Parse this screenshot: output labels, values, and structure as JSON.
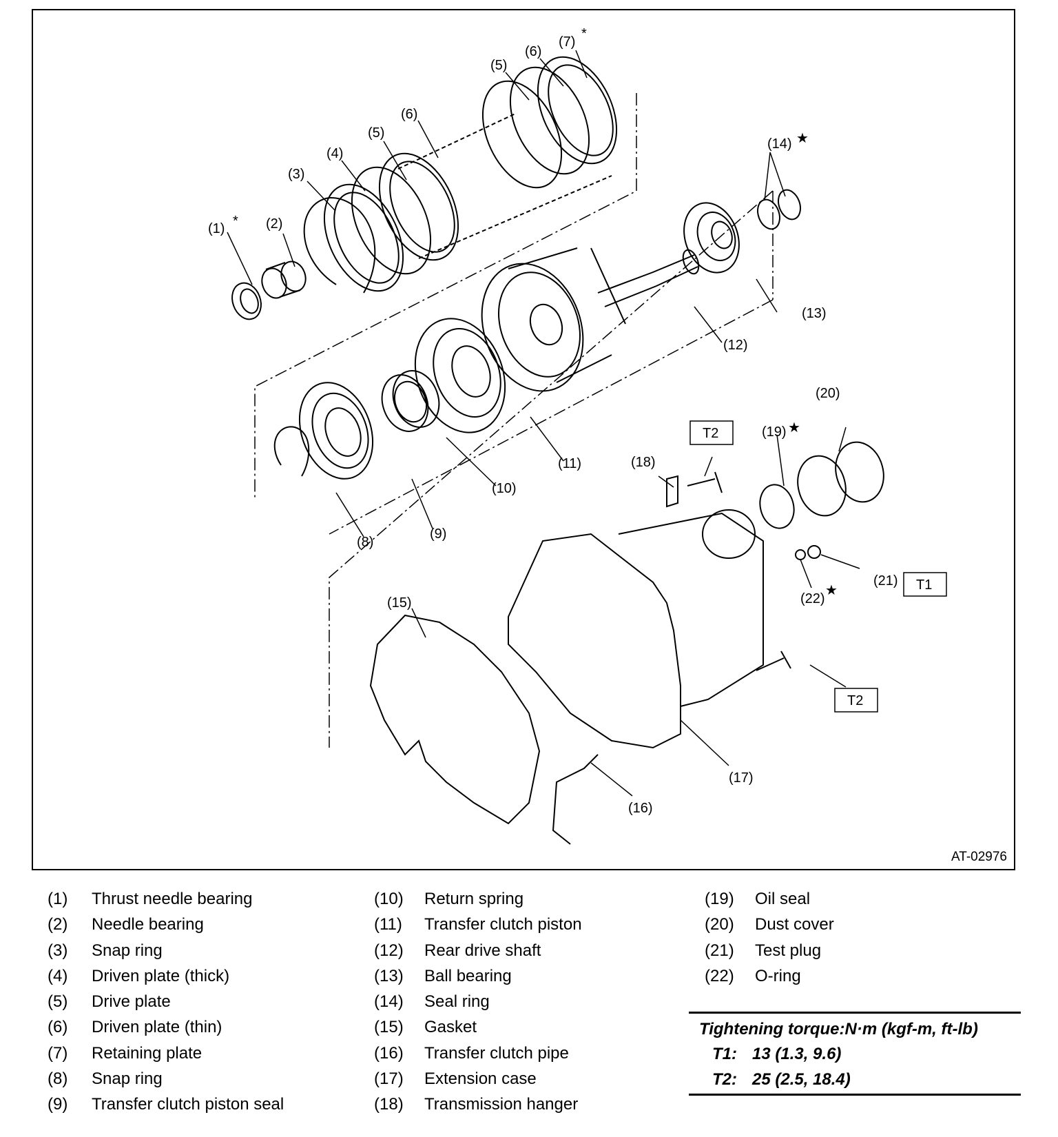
{
  "diagram": {
    "figure_id": "AT-02976",
    "callouts": {
      "p1": "(1)",
      "p2": "(2)",
      "p3": "(3)",
      "p4": "(4)",
      "p5a": "(5)",
      "p5b": "(5)",
      "p6a": "(6)",
      "p6b": "(6)",
      "p7": "(7)",
      "p8": "(8)",
      "p9": "(9)",
      "p10": "(10)",
      "p11": "(11)",
      "p12": "(12)",
      "p13": "(13)",
      "p14": "(14)",
      "p15": "(15)",
      "p16": "(16)",
      "p17": "(17)",
      "p18": "(18)",
      "p19": "(19)",
      "p20": "(20)",
      "p21": "(21)",
      "p22": "(22)"
    },
    "torque_boxes": {
      "t1": "T1",
      "t2a": "T2",
      "t2b": "T2"
    },
    "marks": {
      "asterisk": "*",
      "star": "★"
    }
  },
  "legend": {
    "col1": [
      {
        "num": "(1)",
        "name": "Thrust needle bearing"
      },
      {
        "num": "(2)",
        "name": "Needle bearing"
      },
      {
        "num": "(3)",
        "name": "Snap ring"
      },
      {
        "num": "(4)",
        "name": "Driven plate (thick)"
      },
      {
        "num": "(5)",
        "name": "Drive plate"
      },
      {
        "num": "(6)",
        "name": "Driven plate (thin)"
      },
      {
        "num": "(7)",
        "name": "Retaining plate"
      },
      {
        "num": "(8)",
        "name": "Snap ring"
      },
      {
        "num": "(9)",
        "name": "Transfer clutch piston seal"
      }
    ],
    "col2": [
      {
        "num": "(10)",
        "name": "Return spring"
      },
      {
        "num": "(11)",
        "name": "Transfer clutch piston"
      },
      {
        "num": "(12)",
        "name": "Rear drive shaft"
      },
      {
        "num": "(13)",
        "name": "Ball bearing"
      },
      {
        "num": "(14)",
        "name": "Seal ring"
      },
      {
        "num": "(15)",
        "name": "Gasket"
      },
      {
        "num": "(16)",
        "name": "Transfer clutch pipe"
      },
      {
        "num": "(17)",
        "name": "Extension case"
      },
      {
        "num": "(18)",
        "name": "Transmission hanger"
      }
    ],
    "col3": [
      {
        "num": "(19)",
        "name": "Oil seal"
      },
      {
        "num": "(20)",
        "name": "Dust cover"
      },
      {
        "num": "(21)",
        "name": "Test plug"
      },
      {
        "num": "(22)",
        "name": "O-ring"
      }
    ]
  },
  "torque": {
    "title": "Tightening torque:N·m (kgf-m, ft-lb)",
    "rows": [
      {
        "key": "T1:",
        "value": "13 (1.3, 9.6)"
      },
      {
        "key": "T2:",
        "value": "25 (2.5, 18.4)"
      }
    ]
  }
}
